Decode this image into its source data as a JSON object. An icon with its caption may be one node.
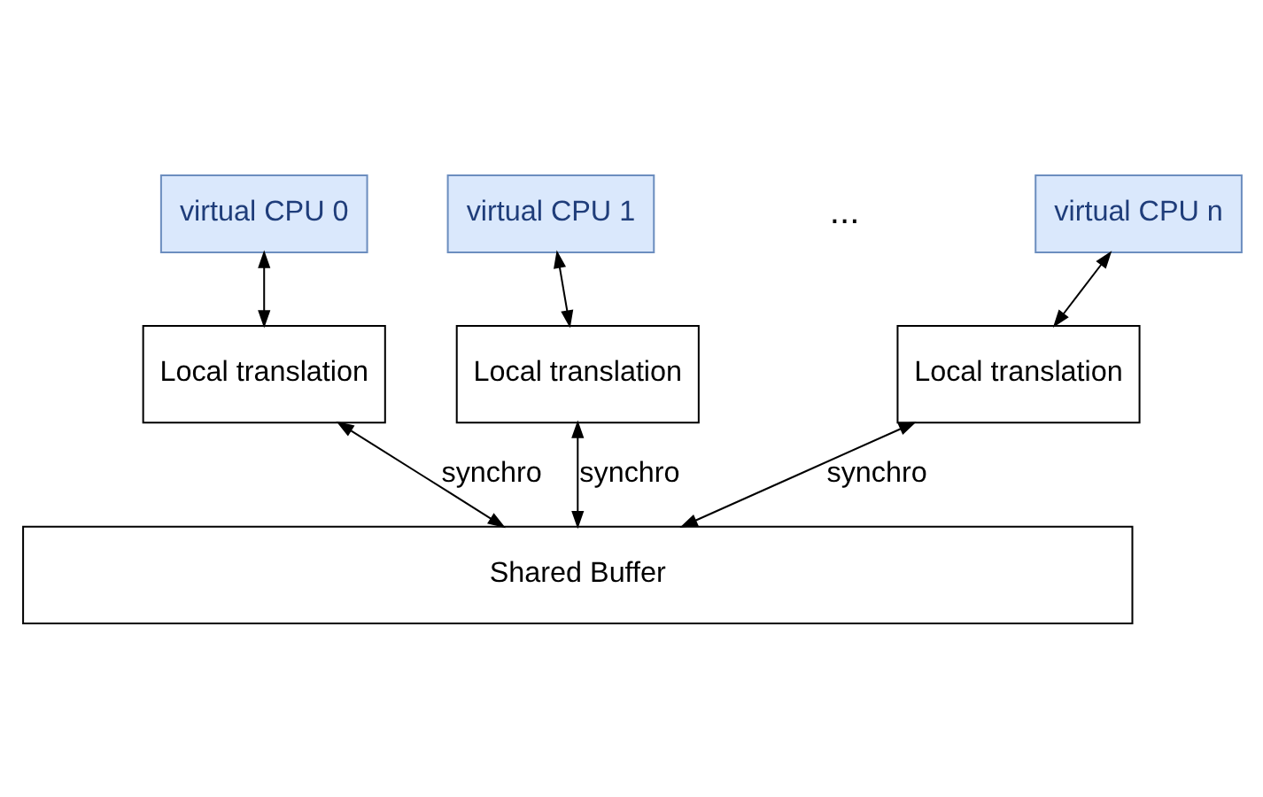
{
  "diagram": {
    "nodes": [
      {
        "text": [
          "virtual CPU 0"
        ]
      },
      {
        "text": [
          "virtual CPU 1"
        ]
      },
      {
        "text": [
          "virtual CPU n"
        ]
      },
      {
        "text": [
          "Local translation"
        ]
      },
      {
        "text": [
          "Local translation"
        ]
      },
      {
        "text": [
          "Local translation"
        ]
      },
      {
        "text": [
          "Shared Buffer"
        ]
      }
    ],
    "edges": [
      {
        "from": 0,
        "to": 3,
        "arrow": "both"
      },
      {
        "from": 1,
        "to": 4,
        "arrow": "both"
      },
      {
        "from": 2,
        "to": 5,
        "arrow": "both"
      },
      {
        "from": 3,
        "to": 6,
        "label": "synchro",
        "arrow": "both"
      },
      {
        "from": 4,
        "to": 6,
        "label": "synchro",
        "arrow": "both"
      },
      {
        "from": 5,
        "to": 6,
        "label": "synchro",
        "arrow": "both"
      }
    ],
    "labels": [
      "..."
    ]
  }
}
